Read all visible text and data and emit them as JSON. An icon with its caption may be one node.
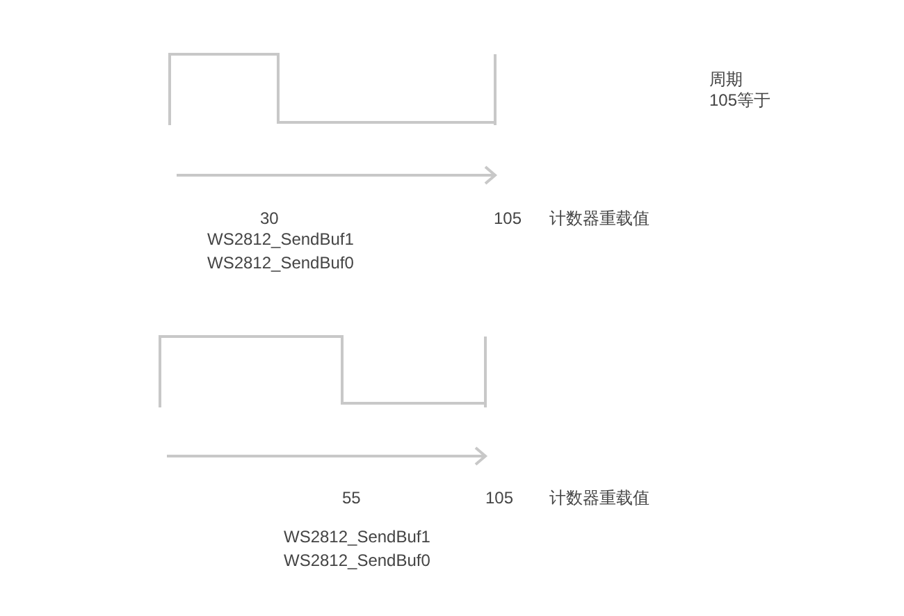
{
  "diagram": {
    "labels": [
      "周期",
      "105等于",
      "30",
      "105",
      "计数器重载值",
      "WS2812_SendBuf1",
      "WS2812_SendBuf0",
      "55",
      "105",
      "计数器重载值",
      "WS2812_SendBuf1",
      "WS2812_SendBuf0"
    ]
  }
}
